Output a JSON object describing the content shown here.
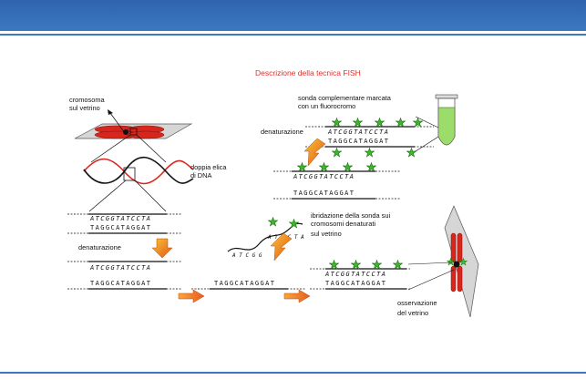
{
  "title": "Descrizione della tecnica FISH",
  "labels": {
    "chromosome": [
      "cromosoma",
      "sul vetrino"
    ],
    "double_helix": [
      "doppia elica",
      "di DNA"
    ],
    "denaturation_left": "denaturazione",
    "probe": [
      "sonda complementare marcata",
      "con un fluorocromo"
    ],
    "denaturation_right": "denaturazione",
    "hybridization": [
      "ibridazione della sonda sui",
      "cromosomi denaturati",
      "sul vetrino"
    ],
    "observation": [
      "osservazione",
      "del vetrino"
    ]
  },
  "sequences": {
    "top_strand": "ATCGGTATCCTA",
    "bottom_strand": "TAGGCATAGGAT",
    "probe_strand": "ATCGGTATCCTA"
  },
  "colors": {
    "header_blue": "#3d78c2",
    "title_red": "#e0302a",
    "chromosome_red": "#d8261c",
    "arrow_orange": "#f29220",
    "probe_green": "#3cb82a",
    "tube_green": "#9bdc6a"
  }
}
